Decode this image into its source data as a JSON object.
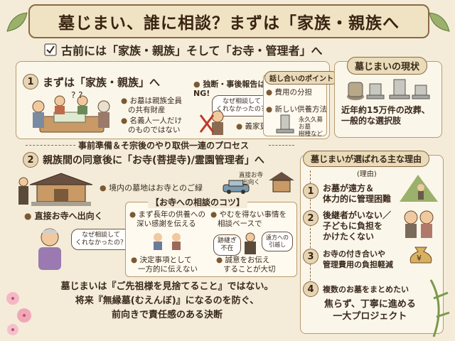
{
  "title": "墓じまい、誰に相談？まずは「家族・親族へ",
  "intro": "古前には「家族・親族」そして「お寺・管理者」へ",
  "step1": {
    "num": "1",
    "heading": "まずは「家族・親族」へ",
    "point1": "お墓は親族全員",
    "point1b": "の共有財産",
    "point2": "名義人一人だけ",
    "point2b": "のものではない",
    "warn1": "独断・事後報告は",
    "warn1b": "NG!",
    "bubble_l1": "なぜ相談して",
    "bubble_l2": "くれなかったの？",
    "warn2": "義家更が",
    "talk_title": "話し合いのポイント",
    "talk1": "費用の分担",
    "talk2": "新しい供養方法",
    "talk3a": "永久久募",
    "talk3b": "お墓",
    "talk3c": "樹種など"
  },
  "status": {
    "title": "墓じまいの現状",
    "line1": "近年約15万件の改葬、",
    "line2": "一般的な選択肢"
  },
  "process_label": "事前準備＆そ宗後のやり取供一連のプロセス",
  "step2": {
    "num": "2",
    "heading": "親族間の同意後に「お寺(菩提寺)/霊園管理者」へ",
    "temple_note": "境内の墓地はお寺とのご緑",
    "direct_label1": "直接お寺",
    "direct_label2": "出向く",
    "visit": "直接お寺へ出向く",
    "bubble_l1": "なぜ相談して",
    "bubble_l2": "くれなかったの？",
    "tips_title": "【お寺への相談のコツ】",
    "tip1a": "まず長年の供養への",
    "tip1b": "深い感謝を伝える",
    "tip2a": "やむを得ない事情を",
    "tip2b": "相談ベースで",
    "tip3a": "決定事項として",
    "tip3b": "一方的に伝えない",
    "tip4a": "誠意をお伝え",
    "tip4b": "することが大切",
    "bubble_succ1": "跡継ぎ",
    "bubble_succ2": "不在",
    "bubble_move1": "遠方への",
    "bubble_move2": "引越し"
  },
  "reasons": {
    "title": "墓じまいが選ばれる主な理由",
    "subtitle": "(理由)",
    "items": [
      {
        "num": "1",
        "l1": "お墓が遠方＆",
        "l2": "体力的に管理困難"
      },
      {
        "num": "2",
        "l1": "後継者がいない／",
        "l2": "子どもに負担を",
        "l3": "かけたくない"
      },
      {
        "num": "3",
        "l1": "お寺の付き合いや",
        "l2": "管理費用の負担軽減"
      },
      {
        "num": "4",
        "l1": "複数のお墓をまとめたい"
      }
    ],
    "closing1": "焦らず、丁寧に進める",
    "closing2": "一大プロジェクト"
  },
  "footer": {
    "line1": "墓じまいは『ご先祖様を見捨てること』ではない。",
    "line2": "将来『無縁墓(むえんぼ)』になるのを防ぐ、",
    "line3": "前向きで責任感のある決断"
  },
  "colors": {
    "bg": "#f4ecd9",
    "accent": "#8a6a44",
    "card": "#fbf6ea"
  }
}
